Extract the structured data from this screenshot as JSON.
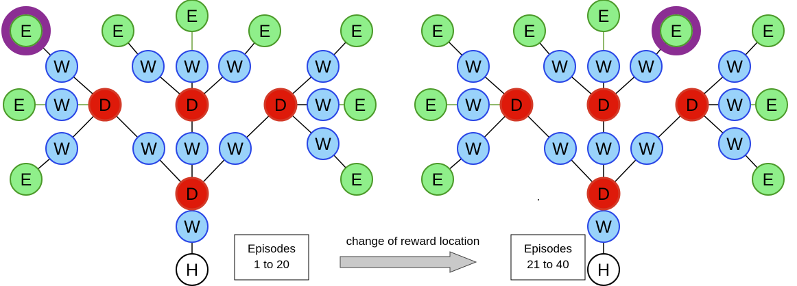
{
  "node_types": {
    "E": {
      "label": "E",
      "fill": "#8FEF8A",
      "stroke": "#4C9A2A"
    },
    "W": {
      "label": "W",
      "fill": "#99D2FA",
      "stroke": "#2A46E6"
    },
    "D": {
      "label": "D",
      "fill": "#DE1A0A",
      "stroke": "#D33A28"
    },
    "H": {
      "label": "H",
      "fill": "#FFFFFF",
      "stroke": "#000000"
    }
  },
  "highlight_color": "#8B2E93",
  "edge_colors": {
    "default": "#000000",
    "terminal": "#6AA13A"
  },
  "left_panel": {
    "box_line1": "Episodes",
    "box_line2": "1 to 20"
  },
  "right_panel": {
    "box_line1": "Episodes",
    "box_line2": "21 to 40"
  },
  "transition": {
    "label": "change of reward location"
  }
}
